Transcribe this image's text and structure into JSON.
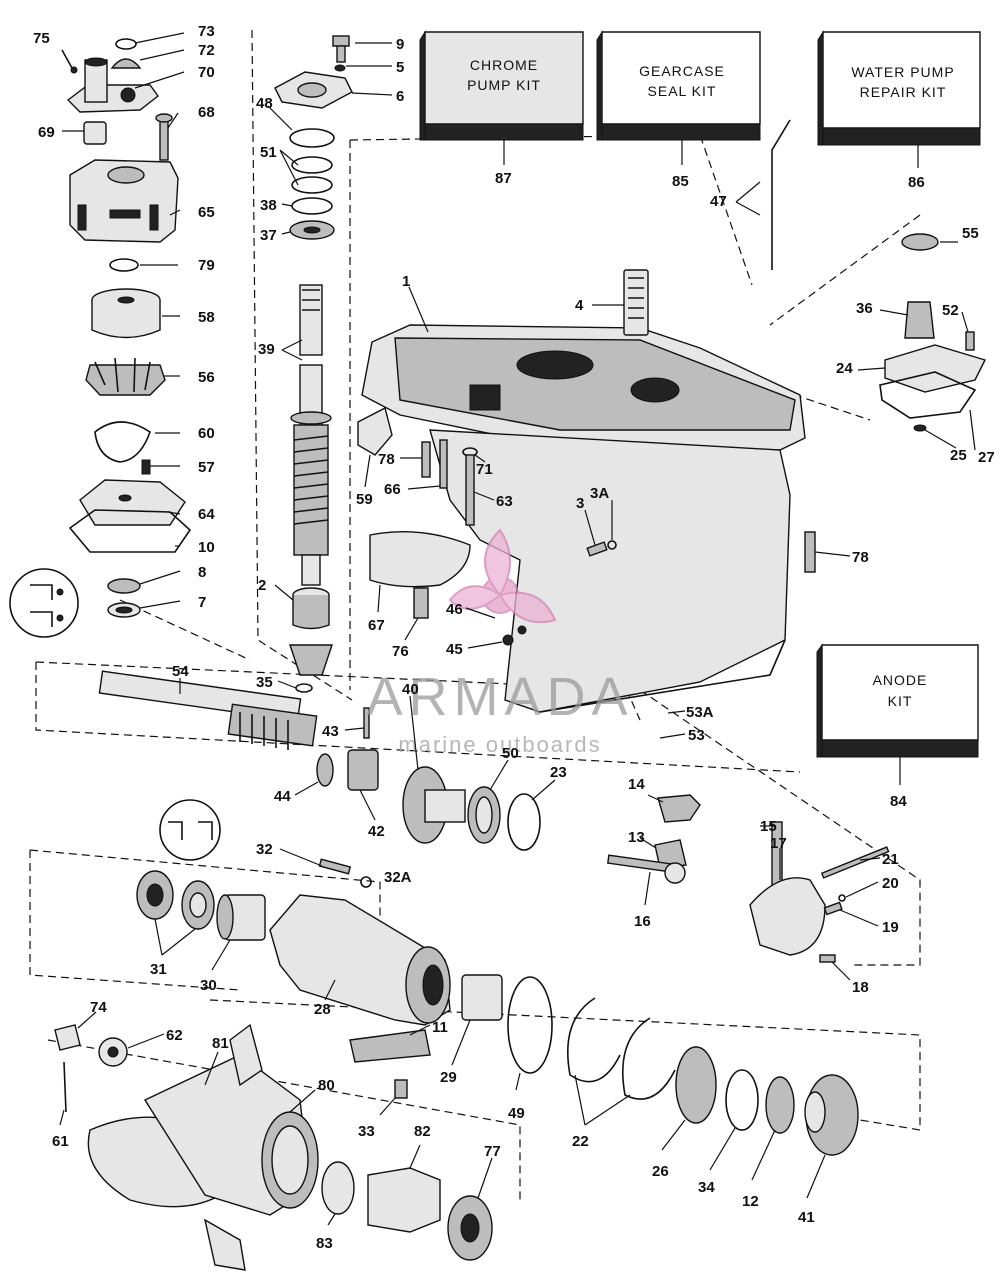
{
  "kits": [
    {
      "id": "chrome-pump",
      "lines": [
        "CHROME",
        "PUMP KIT"
      ],
      "ref": "87"
    },
    {
      "id": "gearcase-seal",
      "lines": [
        "GEARCASE",
        "SEAL KIT"
      ],
      "ref": "85"
    },
    {
      "id": "water-pump-repair",
      "lines": [
        "WATER PUMP",
        "REPAIR KIT"
      ],
      "ref": "86"
    },
    {
      "id": "anode",
      "lines": [
        "ANODE",
        "KIT"
      ],
      "ref": "84"
    }
  ],
  "watermark": {
    "brand": "ARMADA",
    "tagline": "marine outboards"
  },
  "parts": [
    {
      "id": "p75",
      "text": "75"
    },
    {
      "id": "p73",
      "text": "73"
    },
    {
      "id": "p72",
      "text": "72"
    },
    {
      "id": "p70",
      "text": "70"
    },
    {
      "id": "p69",
      "text": "69"
    },
    {
      "id": "p68",
      "text": "68"
    },
    {
      "id": "p65",
      "text": "65"
    },
    {
      "id": "p79",
      "text": "79"
    },
    {
      "id": "p58",
      "text": "58"
    },
    {
      "id": "p56",
      "text": "56"
    },
    {
      "id": "p60",
      "text": "60"
    },
    {
      "id": "p57",
      "text": "57"
    },
    {
      "id": "p64",
      "text": "64"
    },
    {
      "id": "p10",
      "text": "10"
    },
    {
      "id": "p8",
      "text": "8"
    },
    {
      "id": "p7",
      "text": "7"
    },
    {
      "id": "p9",
      "text": "9"
    },
    {
      "id": "p5",
      "text": "5"
    },
    {
      "id": "p6",
      "text": "6"
    },
    {
      "id": "p48",
      "text": "48"
    },
    {
      "id": "p51",
      "text": "51"
    },
    {
      "id": "p38",
      "text": "38"
    },
    {
      "id": "p37",
      "text": "37"
    },
    {
      "id": "p39",
      "text": "39"
    },
    {
      "id": "p2",
      "text": "2"
    },
    {
      "id": "p35",
      "text": "35"
    },
    {
      "id": "p1",
      "text": "1"
    },
    {
      "id": "p4",
      "text": "4"
    },
    {
      "id": "p47",
      "text": "47"
    },
    {
      "id": "p55",
      "text": "55"
    },
    {
      "id": "p36",
      "text": "36"
    },
    {
      "id": "p52",
      "text": "52"
    },
    {
      "id": "p24",
      "text": "24"
    },
    {
      "id": "p25",
      "text": "25"
    },
    {
      "id": "p27",
      "text": "27"
    },
    {
      "id": "p78a",
      "text": "78"
    },
    {
      "id": "p71",
      "text": "71"
    },
    {
      "id": "p66",
      "text": "66"
    },
    {
      "id": "p63",
      "text": "63"
    },
    {
      "id": "p59",
      "text": "59"
    },
    {
      "id": "p3A",
      "text": "3A"
    },
    {
      "id": "p3",
      "text": "3"
    },
    {
      "id": "p78b",
      "text": "78"
    },
    {
      "id": "p67",
      "text": "67"
    },
    {
      "id": "p76",
      "text": "76"
    },
    {
      "id": "p46",
      "text": "46"
    },
    {
      "id": "p45",
      "text": "45"
    },
    {
      "id": "p54",
      "text": "54"
    },
    {
      "id": "p40",
      "text": "40"
    },
    {
      "id": "p43",
      "text": "43"
    },
    {
      "id": "p44",
      "text": "44"
    },
    {
      "id": "p42",
      "text": "42"
    },
    {
      "id": "p50",
      "text": "50"
    },
    {
      "id": "p23",
      "text": "23"
    },
    {
      "id": "p53A",
      "text": "53A"
    },
    {
      "id": "p53",
      "text": "53"
    },
    {
      "id": "p14",
      "text": "14"
    },
    {
      "id": "p13",
      "text": "13"
    },
    {
      "id": "p16",
      "text": "16"
    },
    {
      "id": "p15",
      "text": "15"
    },
    {
      "id": "p17",
      "text": "17"
    },
    {
      "id": "p21",
      "text": "21"
    },
    {
      "id": "p20",
      "text": "20"
    },
    {
      "id": "p19",
      "text": "19"
    },
    {
      "id": "p18",
      "text": "18"
    },
    {
      "id": "p32",
      "text": "32"
    },
    {
      "id": "p32A",
      "text": "32A"
    },
    {
      "id": "p31",
      "text": "31"
    },
    {
      "id": "p30",
      "text": "30"
    },
    {
      "id": "p28",
      "text": "28"
    },
    {
      "id": "p11",
      "text": "11"
    },
    {
      "id": "p29",
      "text": "29"
    },
    {
      "id": "p49",
      "text": "49"
    },
    {
      "id": "p22",
      "text": "22"
    },
    {
      "id": "p26",
      "text": "26"
    },
    {
      "id": "p34",
      "text": "34"
    },
    {
      "id": "p12",
      "text": "12"
    },
    {
      "id": "p41",
      "text": "41"
    },
    {
      "id": "p74",
      "text": "74"
    },
    {
      "id": "p62",
      "text": "62"
    },
    {
      "id": "p81",
      "text": "81"
    },
    {
      "id": "p80",
      "text": "80"
    },
    {
      "id": "p61",
      "text": "61"
    },
    {
      "id": "p33",
      "text": "33"
    },
    {
      "id": "p82",
      "text": "82"
    },
    {
      "id": "p77",
      "text": "77"
    },
    {
      "id": "p83",
      "text": "83"
    }
  ]
}
